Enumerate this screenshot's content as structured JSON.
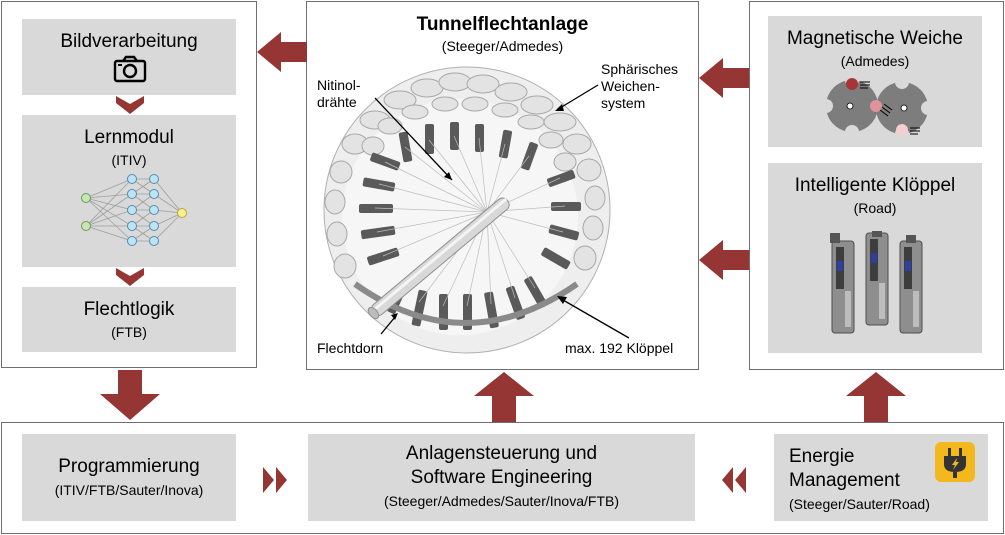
{
  "colors": {
    "arrow": "#953634",
    "box_fill": "#d9d9d9",
    "frame_border": "#6f6f6f",
    "node_green": "#c6e7b5",
    "node_blue": "#bfe3f5",
    "node_yellow": "#f7ee8e",
    "energy_badge": "#f4b81f"
  },
  "icons": {
    "camera": "camera-icon",
    "plug": "electric-plug-icon"
  },
  "left": {
    "bild": {
      "title": "Bildverarbeitung"
    },
    "lern": {
      "title": "Lernmodul",
      "sub": "(ITIV)"
    },
    "flecht": {
      "title": "Flechtlogik",
      "sub": "(FTB)"
    }
  },
  "center": {
    "title": "Tunnelflechtanlage",
    "sub": "(Steeger/Admedes)",
    "label_nitinol_1": "Nitinol-",
    "label_nitinol_2": "drähte",
    "label_weichen_1": "Sphärisches",
    "label_weichen_2": "Weichen-",
    "label_weichen_3": "system",
    "label_dorn": "Flechtdorn",
    "label_kloeppel": "max. 192 Klöppel"
  },
  "right": {
    "weiche": {
      "title": "Magnetische Weiche",
      "sub": "(Admedes)"
    },
    "kloeppel": {
      "title": "Intelligente Klöppel",
      "sub": "(Road)"
    }
  },
  "bottom": {
    "prog": {
      "title": "Programmierung",
      "sub": "(ITIV/FTB/Sauter/Inova)"
    },
    "anlagen": {
      "title_1": "Anlagensteuerung und",
      "title_2": "Software Engineering",
      "sub": "(Steeger/Admedes/Sauter/Inova/FTB)"
    },
    "energie": {
      "title_1": "Energie",
      "title_2": "Management",
      "sub": "(Steeger/Sauter/Road)"
    }
  }
}
